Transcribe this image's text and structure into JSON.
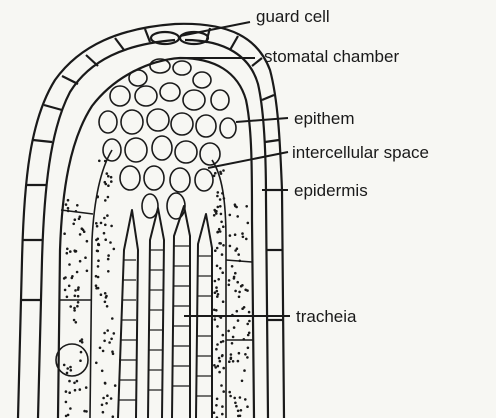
{
  "labels": {
    "guard_cell": "guard cell",
    "stomatal_chamber": "stomatal chamber",
    "epithem": "epithem",
    "intercellular_space": "intercellular space",
    "epidermis": "epidermis",
    "tracheia": "tracheia"
  },
  "colors": {
    "background": "#f7f7f3",
    "ink": "#1a1a1a"
  }
}
